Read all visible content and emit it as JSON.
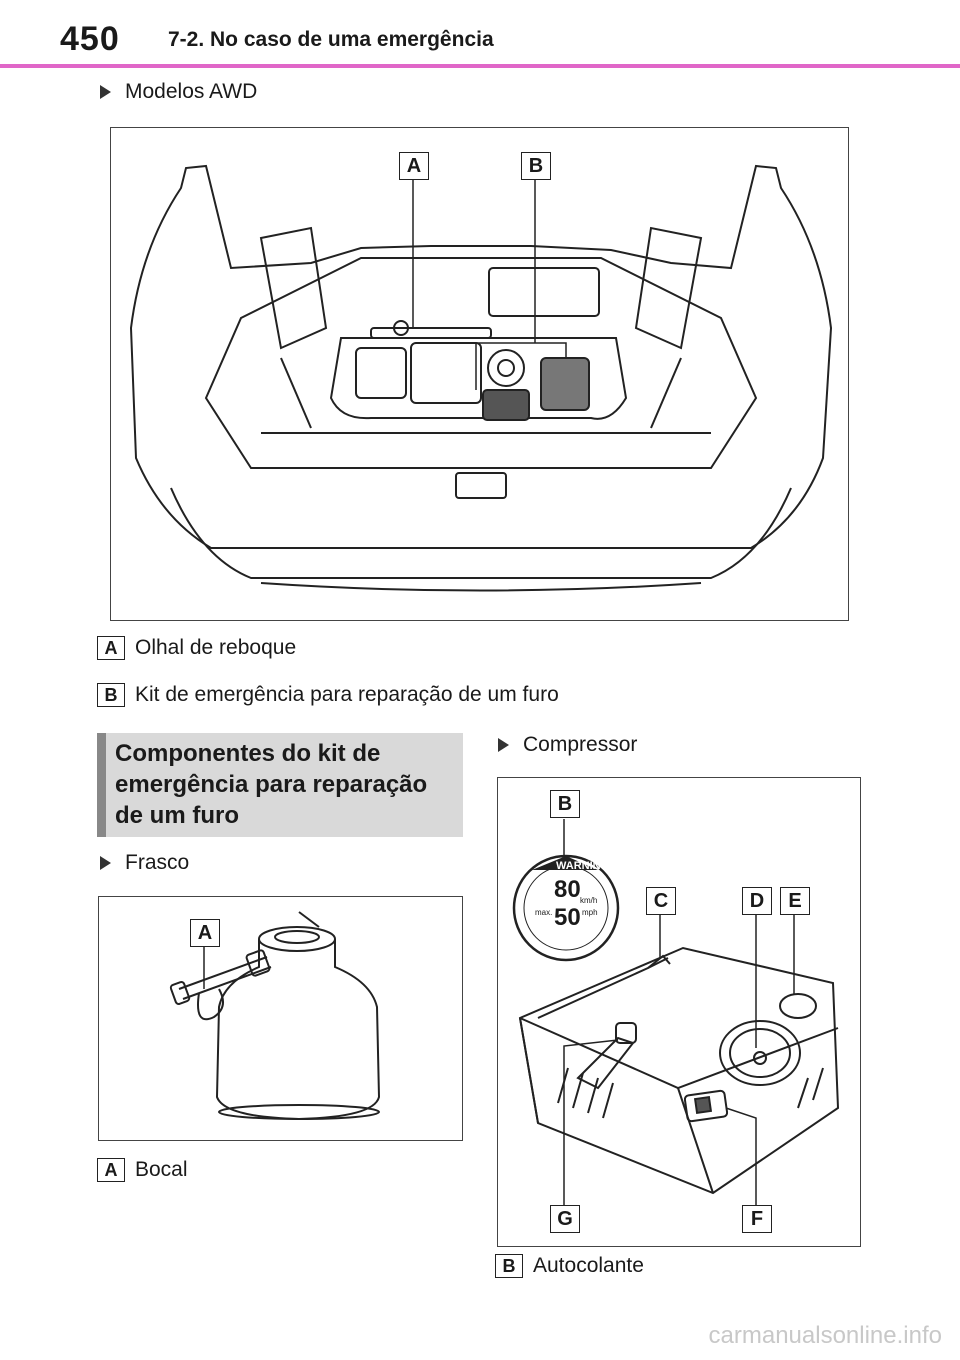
{
  "header": {
    "page_number": "450",
    "section_title": "7-2. No caso de uma emergência"
  },
  "awd": {
    "bullet": "Modelos AWD",
    "callouts": [
      "A",
      "B"
    ],
    "legend": [
      {
        "key": "A",
        "text": "Olhal de reboque"
      },
      {
        "key": "B",
        "text": "Kit de emergência para reparação de um furo"
      }
    ]
  },
  "components_box": {
    "title": "Componentes do kit de emergência para reparação de um furo"
  },
  "bottle": {
    "bullet": "Frasco",
    "callout": "A",
    "legend": {
      "key": "A",
      "text": "Bocal"
    }
  },
  "compressor": {
    "bullet": "Compressor",
    "callouts": [
      "B",
      "C",
      "D",
      "E",
      "G",
      "F"
    ],
    "legend": {
      "key": "B",
      "text": "Autocolante"
    },
    "sticker": {
      "top_text": "WARNING",
      "speed_kmh": "80",
      "speed_mph": "50",
      "unit_kmh": "km/h",
      "unit_mph": "mph",
      "max": "max."
    }
  },
  "footer": {
    "watermark": "carmanualsonline.info"
  },
  "colors": {
    "header_rule": "#e066c8",
    "box_bg": "#d9d9d9",
    "box_bar": "#888888"
  }
}
